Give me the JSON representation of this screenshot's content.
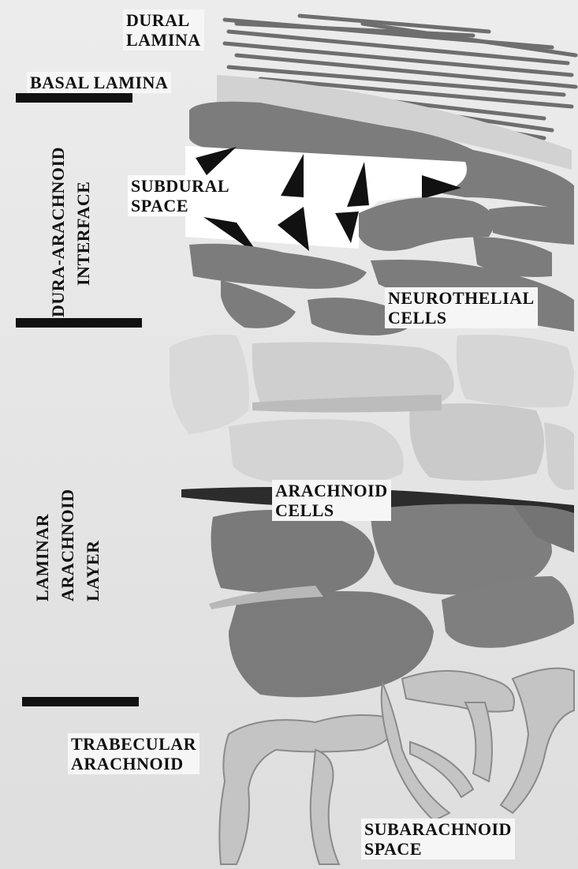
{
  "image": {
    "subject": "clay model of meningeal layers",
    "colors": {
      "background": "#e8e8e8",
      "clay_dark": "#7c7c7c",
      "clay_light": "#c9c9c9",
      "subdural_space": "#ffffff",
      "arrowheads": "#111111",
      "dural_fibers": "#6e6e6e"
    }
  },
  "labels": {
    "dural_lamina": [
      "DURAL",
      "LAMINA"
    ],
    "basal_lamina": "BASAL LAMINA",
    "subdural_space": [
      "SUBDURAL",
      "SPACE"
    ],
    "neurothelial_cells": [
      "NEUROTHELIAL",
      "CELLS"
    ],
    "arachnoid_cells": [
      "ARACHNOID",
      "CELLS"
    ],
    "trabecular_arachnoid": [
      "TRABECULAR",
      "ARACHNOID"
    ],
    "subarachnoid_space": [
      "SUBARACHNOID",
      "SPACE"
    ],
    "dura_arachnoid_interface": [
      "DURA-ARACHNOID",
      "INTERFACE"
    ],
    "laminar_arachnoid_layer": [
      "LAMINAR",
      "ARACHNOID",
      "LAYER"
    ]
  }
}
